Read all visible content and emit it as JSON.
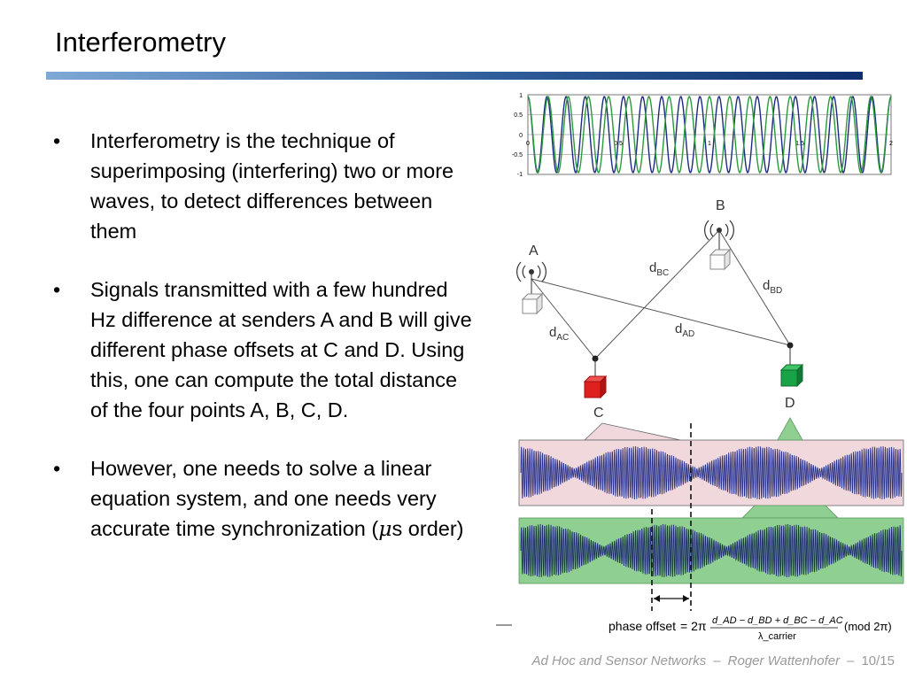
{
  "slide": {
    "title": "Interferometry"
  },
  "bullets": [
    {
      "symbol": "•",
      "text": "Interferometry is the technique of superimposing (interfering) two or more waves, to detect differences between them"
    },
    {
      "symbol": "•",
      "text": "Signals transmitted with a few hundred Hz difference at senders A and B will give different phase offsets at C and D. Using this, one can compute the total distance of the four points A, B, C, D."
    },
    {
      "symbol": "•",
      "text_before": "However, one needs to solve a linear equation system, and one needs very accurate time synchronization (",
      "mu": "μ",
      "text_after": "s order)"
    }
  ],
  "wave_plot": {
    "y_ticks": [
      "1",
      "0.5",
      "0",
      "-0.5",
      "-1"
    ],
    "x_ticks": [
      "0",
      "0.5",
      "1",
      "1.5",
      "2"
    ],
    "colors": {
      "series1": "#1c2a80",
      "series2": "#2a9a3a"
    }
  },
  "nodes": {
    "A": "A",
    "B": "B",
    "C": "C",
    "D": "D"
  },
  "distances": {
    "BC": {
      "main": "d",
      "sub": "BC"
    },
    "BD": {
      "main": "d",
      "sub": "BD"
    },
    "AC": {
      "main": "d",
      "sub": "AC"
    },
    "AD": {
      "main": "d",
      "sub": "AD"
    }
  },
  "node_colors": {
    "C": "#e0201e",
    "D": "#19a347",
    "sender": "#ffffff"
  },
  "panels": {
    "C_bg": "#f0d8dd",
    "D_bg": "#8fcf92",
    "signal": "#27318a"
  },
  "formula": {
    "lhs": "phase offset",
    "eq": "= 2π",
    "numerator": "d_AD − d_BD + d_BC − d_AC",
    "denominator": "λ_carrier",
    "mod": "(mod 2π)"
  },
  "footer": {
    "course": "Ad Hoc and Sensor Networks",
    "dash1": "–",
    "author": "Roger Wattenhofer",
    "dash2": "–",
    "page": "10/15"
  }
}
